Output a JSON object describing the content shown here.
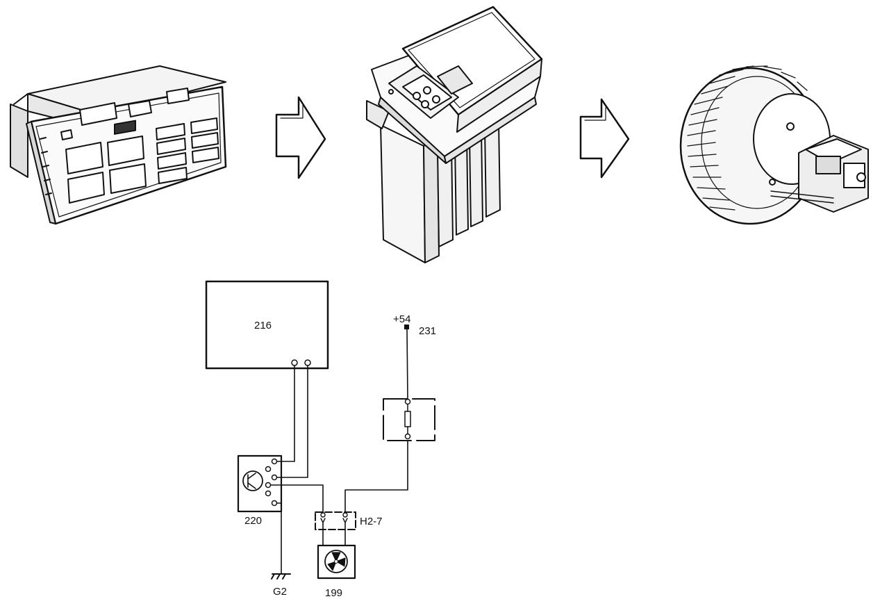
{
  "diagram": {
    "components": {
      "control_panel": {
        "icon": "climate-control-panel-icon"
      },
      "resistor_module": {
        "icon": "blower-resistor-module-icon"
      },
      "blower_fan": {
        "icon": "blower-fan-motor-icon"
      },
      "arrow": {
        "icon": "right-arrow-icon"
      }
    },
    "labels": {
      "unit_216": "216",
      "supply_voltage": "+54",
      "connector_231": "231",
      "module_220": "220",
      "connector_h2_7": "H2-7",
      "ground_g2": "G2",
      "fan_199": "199"
    },
    "colors": {
      "line": "#111111",
      "background": "#ffffff"
    }
  }
}
